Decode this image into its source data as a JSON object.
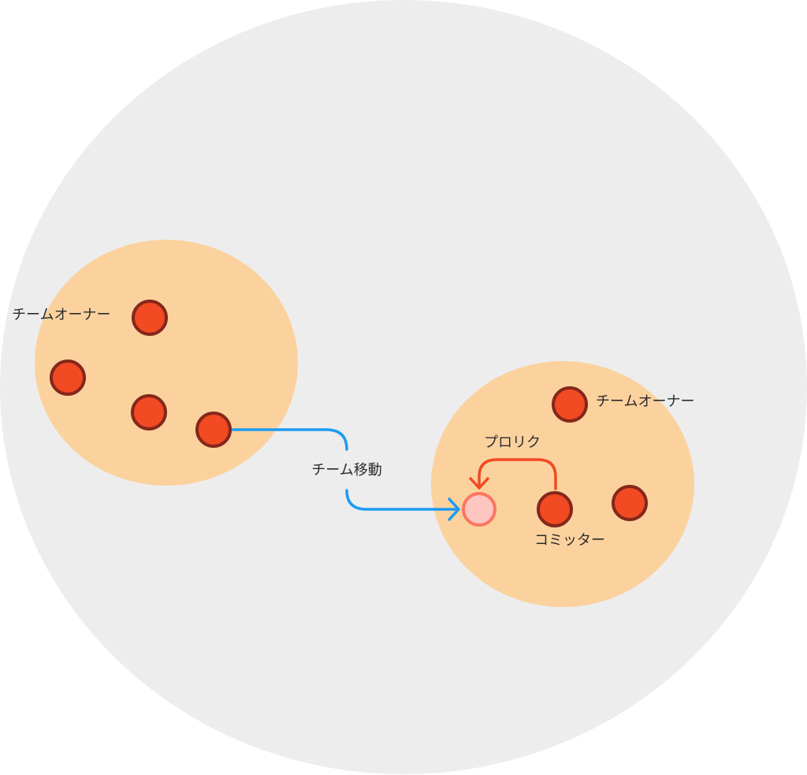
{
  "colors": {
    "background_circle": "#ededed",
    "team_area": "#fbd29e",
    "member_fill": "#f24a22",
    "member_stroke": "#85271b",
    "new_member_fill": "#fec6c0",
    "new_member_stroke": "#fc7560",
    "move_arrow": "#1e9bf0",
    "prolik_arrow": "#f24a22"
  },
  "team_a": {
    "owner_label": "チームオーナー"
  },
  "transfer": {
    "label": "チーム移動"
  },
  "team_b": {
    "owner_label": "チームオーナー",
    "pr_review_label": "プロリク",
    "committer_label": "コミッター"
  }
}
